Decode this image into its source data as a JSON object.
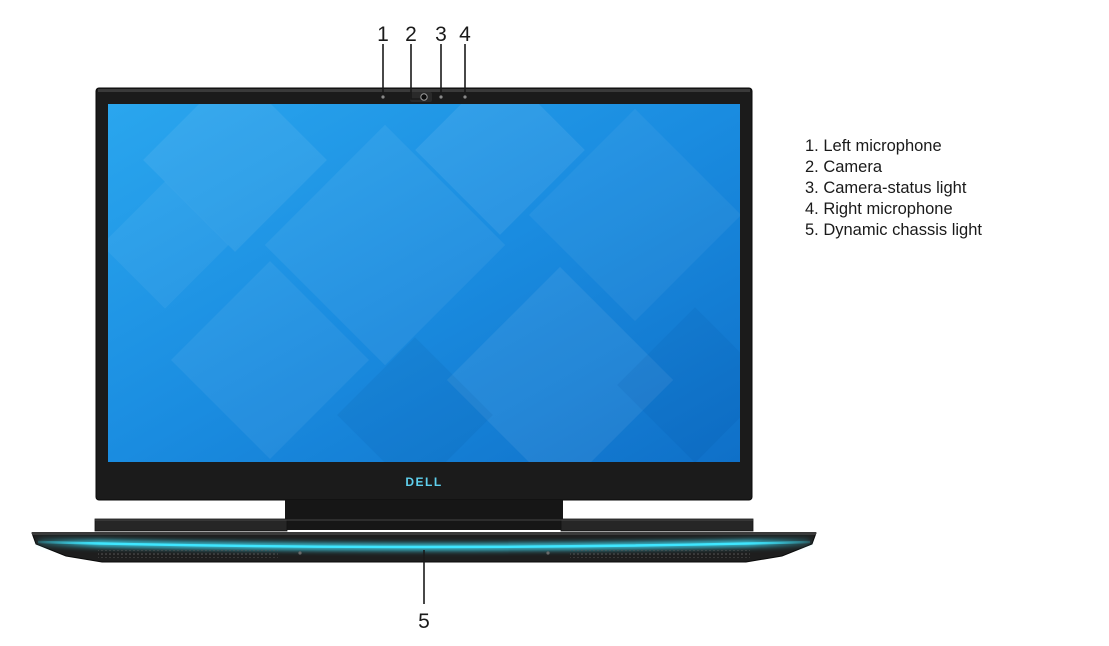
{
  "brand_logo": "DELL",
  "callouts": [
    "1",
    "2",
    "3",
    "4",
    "5"
  ],
  "legend": [
    "1. Left microphone",
    "2. Camera",
    "3. Camera-status light",
    "4. Right microphone",
    "5. Dynamic chassis light"
  ],
  "colors": {
    "screen": "#1f8fe0",
    "bezel": "#1b1b1b",
    "chassis_light": "#3fe6ff",
    "text": "#1a1a1a"
  },
  "icons": [
    "left-microphone-icon",
    "camera-icon",
    "camera-status-light-icon",
    "right-microphone-icon"
  ]
}
